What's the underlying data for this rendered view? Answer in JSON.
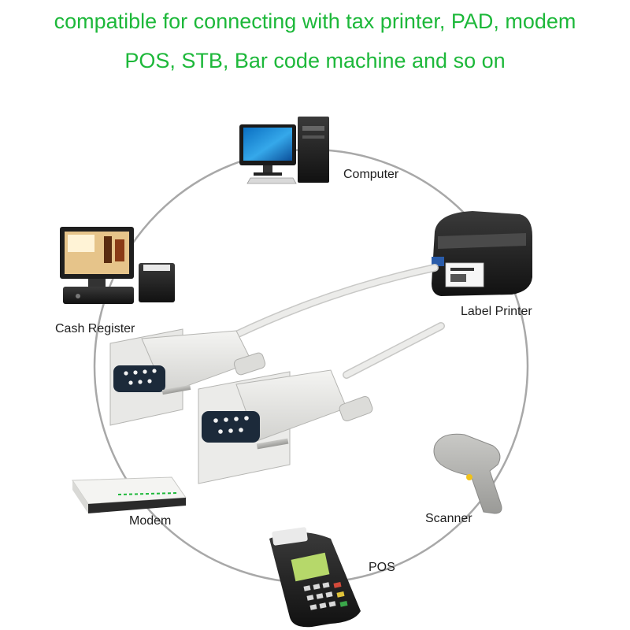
{
  "headline": {
    "line1": "compatible for connecting with tax printer, PAD, modem",
    "line2": "POS, STB, Bar code machine and so on"
  },
  "devices": {
    "computer": "Computer",
    "label_printer": "Label Printer",
    "cash_register": "Cash Register",
    "scanner": "Scanner",
    "modem": "Modem",
    "pos": "POS"
  },
  "colors": {
    "headline": "#1db83a",
    "cable": "#e6e6e4",
    "ring": "#a8a8a8"
  }
}
